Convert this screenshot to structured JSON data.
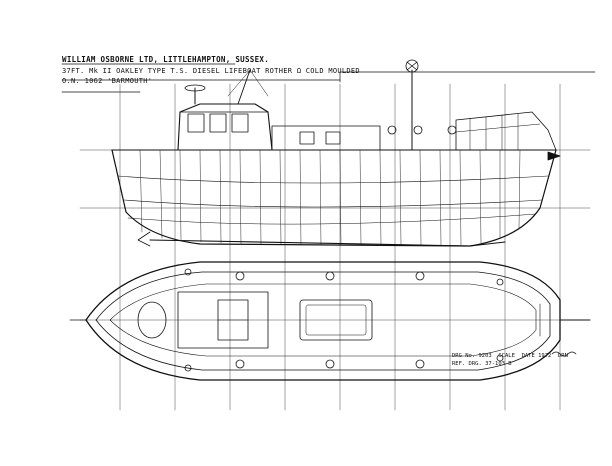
{
  "title_block": {
    "company": "WILLIAM OSBORNE LTD, LITTLEHAMPTON, SUSSEX.",
    "boat": "37FT. Mk II OAKLEY TYPE T.S. DIESEL LIFEBOAT  ROTHER  Ω  COLD MOULDED",
    "on_number": "O.N. 1062 'BARMOUTH'"
  },
  "drawing_info": {
    "drg_no": "DRG No. 9203",
    "scale": "SCALE",
    "date": "DATE",
    "date_value": "1972",
    "drawn": "DRN",
    "ref": "REF. DRG. 37-103-B"
  },
  "colors": {
    "ink": "#111111",
    "paper": "#ffffff"
  }
}
